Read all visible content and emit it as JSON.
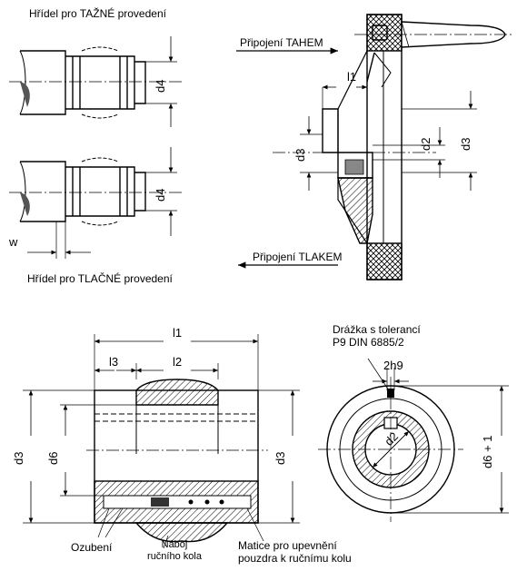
{
  "labels": {
    "hridel_tazne": "Hřídel pro TAŽNÉ provedení",
    "hridel_tlacne": "Hřídel pro TLAČNÉ provedení",
    "pripojeni_tahem": "Připojení TAHEM",
    "pripojeni_tlakem": "Připojení TLAKEM",
    "drazka_line1": "Drážka s tolerancí",
    "drazka_line2": "P9 DIN 6885/2",
    "ozubeni": "Ozubení",
    "naboj_line1": "Náboj",
    "naboj_line2": "ručního kola",
    "matice_line1": "Matice pro upevnění",
    "matice_line2": "pouzdra k ručnímu kolu"
  },
  "dimensions": {
    "d4_top": "d4",
    "d4_bottom": "d4",
    "w": "w",
    "l1_top": "l1",
    "d2_top": "d2",
    "d3_right": "d3",
    "d3_left": "d3",
    "l1_bottom": "l1",
    "l2": "l2",
    "l3": "l3",
    "d3_bottom_left": "d3",
    "d6": "d6",
    "d3_bottom_right": "d3",
    "key_width": "2h9",
    "d2_circle": "d2",
    "d6_plus": "d6 + 1"
  }
}
